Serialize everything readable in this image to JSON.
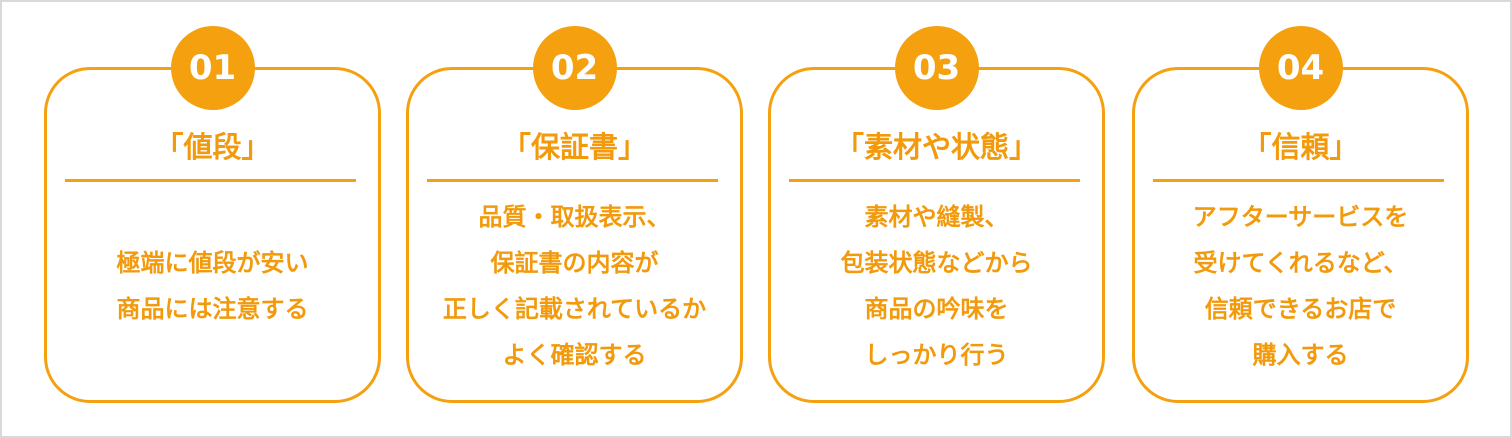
{
  "accent_color": "#f5a00f",
  "cards": [
    {
      "number": "01",
      "title": "「値段」",
      "body": "極端に値段が安い\n商品には注意する"
    },
    {
      "number": "02",
      "title": "「保証書」",
      "body": "品質・取扱表示、\n保証書の内容が\n正しく記載されているか\nよく確認する"
    },
    {
      "number": "03",
      "title": "「素材や状態」",
      "body": "素材や縫製、\n包装状態などから\n商品の吟味を\nしっかり行う"
    },
    {
      "number": "04",
      "title": "「信頼」",
      "body": "アフターサービスを\n受けてくれるなど、\n信頼できるお店で\n購入する"
    }
  ]
}
